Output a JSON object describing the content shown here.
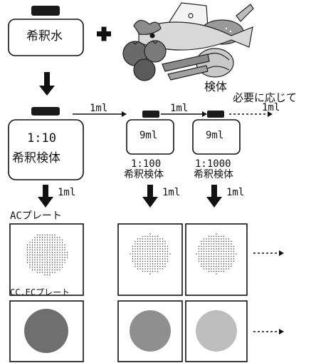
{
  "diluent": {
    "label": "希釈水"
  },
  "plus_sign": "+",
  "sample": {
    "label": "検体"
  },
  "note_as_needed": "必要に応じて",
  "transfer_volume": "1ml",
  "tubes": [
    {
      "content": "",
      "ratio": "1:10",
      "name": "希釈検体"
    },
    {
      "content": "9ml",
      "ratio": "1:100",
      "name": "希釈検体"
    },
    {
      "content": "9ml",
      "ratio": "1:1000",
      "name": "希釈検体"
    }
  ],
  "plates": [
    {
      "label": "ACプレート",
      "kind": "dotted",
      "count": 3
    },
    {
      "label": "CC.ECプレート",
      "kind": "solid",
      "count": 3,
      "shades": [
        "#6f6f6f",
        "#8f8f8f",
        "#bdbdbd"
      ]
    }
  ],
  "colors": {
    "line": "#111111",
    "cap": "#1a1a1a"
  }
}
